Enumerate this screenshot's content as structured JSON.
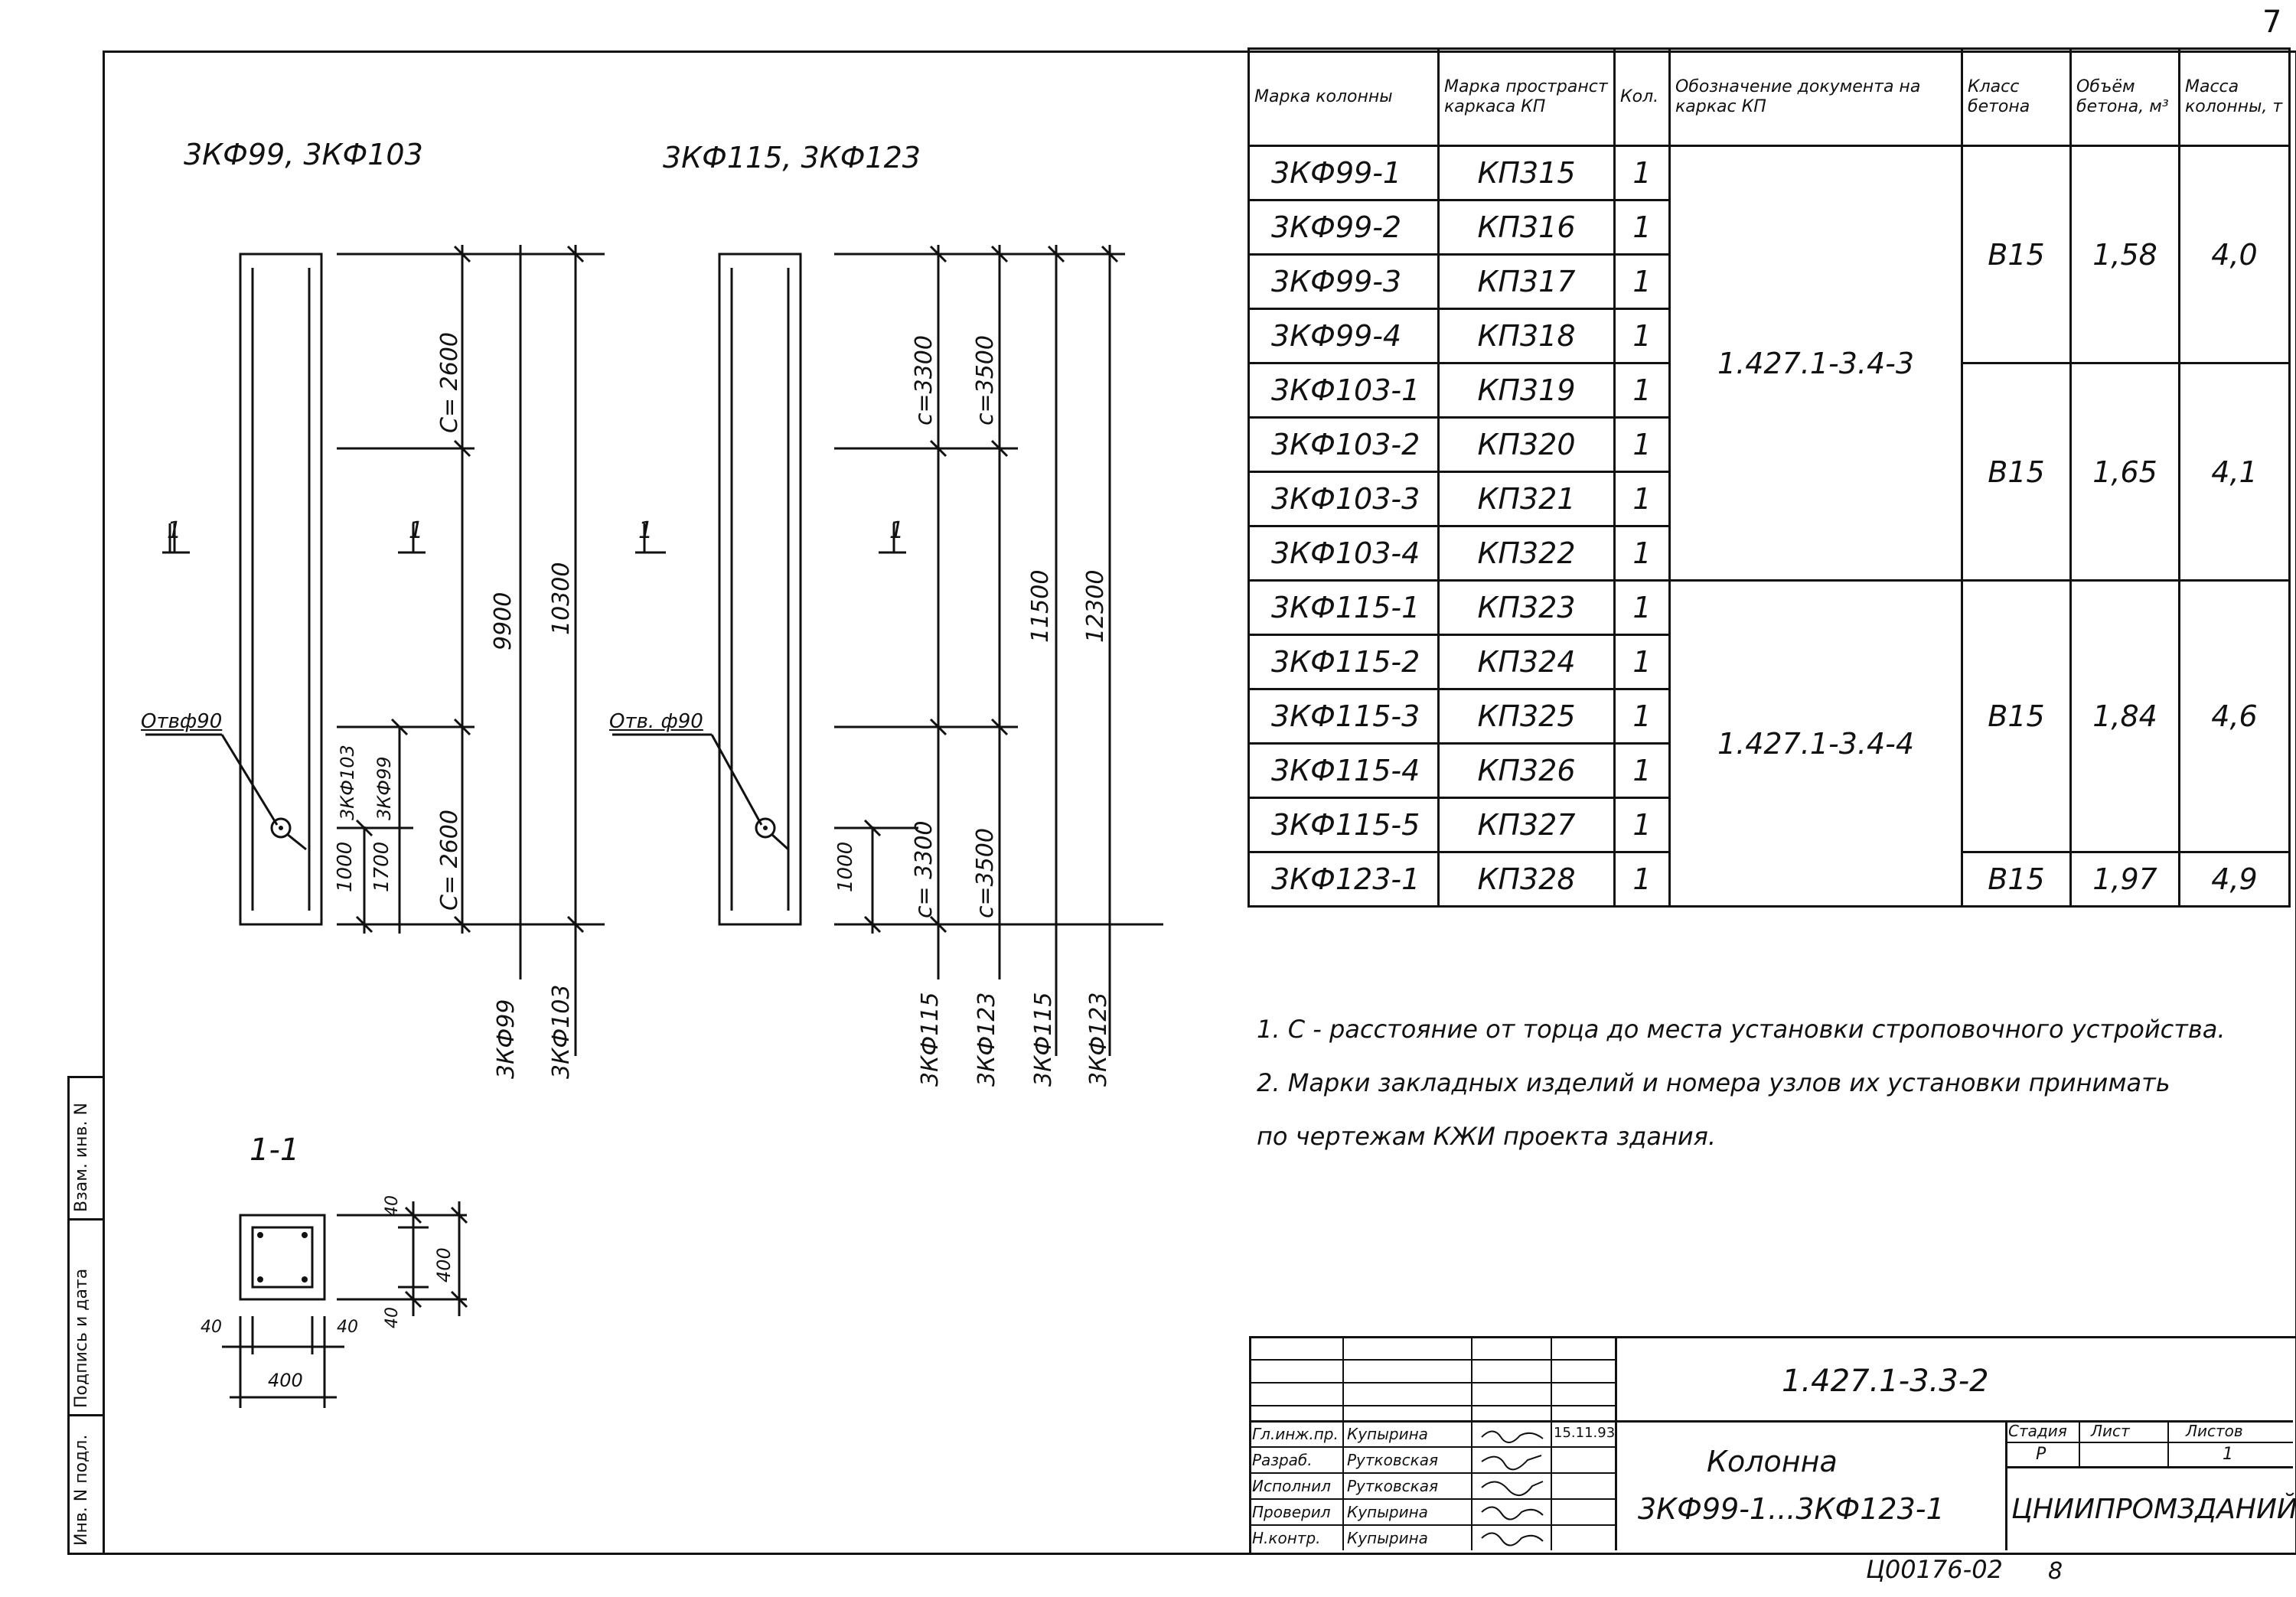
{
  "page_number": "7",
  "drawing": {
    "group1_title": "3КФ99, 3КФ103",
    "group2_title": "3КФ115, 3КФ123",
    "group1": {
      "hole_label": "Отвф90",
      "section_marker": "1",
      "dim_c_top": "С= 2600",
      "dim_c_bottom": "С= 2600",
      "dim_9900": "9900",
      "dim_10300": "10300",
      "dim_1000": "1000",
      "dim_1700": "1700",
      "tag_3kf103": "3КФ103",
      "tag_3kf99": "3КФ99",
      "bottom_3kf99": "3КФ99",
      "bottom_3kf103": "3КФ103"
    },
    "group2": {
      "hole_label": "Отв. ф90",
      "section_marker": "1",
      "dim_c3300_top": "с=3300",
      "dim_c3500_top": "с=3500",
      "dim_11500": "11500",
      "dim_12300": "12300",
      "dim_1000": "1000",
      "dim_c3300_bottom": "с= 3300",
      "dim_c3500_bottom": "с=3500",
      "bottom_3kf115": "3КФ115",
      "bottom_3kf123": "3КФ123",
      "bottom_3kf115b": "3КФ115",
      "bottom_3kf123b": "3КФ123"
    },
    "section": {
      "title": "1-1",
      "dim_40_top": "40",
      "dim_400_side": "400",
      "dim_40_side": "40",
      "dim_40_left": "40",
      "dim_40_right": "40",
      "dim_400_bottom": "400"
    }
  },
  "spec_table": {
    "headers": [
      "Марка колонны",
      "Марка пространст каркаса КП",
      "Кол.",
      "Обозначение документа на каркас КП",
      "Класс бетона",
      "Объём бетона, м³",
      "Масса колонны, т"
    ],
    "rows": [
      {
        "mark": "3КФ99-1",
        "kp": "КП315",
        "qty": "1"
      },
      {
        "mark": "3КФ99-2",
        "kp": "КП316",
        "qty": "1"
      },
      {
        "mark": "3КФ99-3",
        "kp": "КП317",
        "qty": "1"
      },
      {
        "mark": "3КФ99-4",
        "kp": "КП318",
        "qty": "1"
      },
      {
        "mark": "3КФ103-1",
        "kp": "КП319",
        "qty": "1"
      },
      {
        "mark": "3КФ103-2",
        "kp": "КП320",
        "qty": "1"
      },
      {
        "mark": "3КФ103-3",
        "kp": "КП321",
        "qty": "1"
      },
      {
        "mark": "3КФ103-4",
        "kp": "КП322",
        "qty": "1"
      },
      {
        "mark": "3КФ115-1",
        "kp": "КП323",
        "qty": "1"
      },
      {
        "mark": "3КФ115-2",
        "kp": "КП324",
        "qty": "1"
      },
      {
        "mark": "3КФ115-3",
        "kp": "КП325",
        "qty": "1"
      },
      {
        "mark": "3КФ115-4",
        "kp": "КП326",
        "qty": "1"
      },
      {
        "mark": "3КФ115-5",
        "kp": "КП327",
        "qty": "1"
      },
      {
        "mark": "3КФ123-1",
        "kp": "КП328",
        "qty": "1"
      }
    ],
    "doc_groups": [
      "1.427.1-3.4-3",
      "1.427.1-3.4-4"
    ],
    "prop_groups": [
      {
        "cls": "В15",
        "vol": "1,58",
        "mass": "4,0"
      },
      {
        "cls": "В15",
        "vol": "1,65",
        "mass": "4,1"
      },
      {
        "cls": "В15",
        "vol": "1,84",
        "mass": "4,6"
      },
      {
        "cls": "В15",
        "vol": "1,97",
        "mass": "4,9"
      }
    ]
  },
  "notes": [
    "1. С - расстояние от торца до места установки строповочного устройства.",
    "2. Марки закладных изделий и номера узлов их установки принимать",
    "по чертежам КЖИ проекта здания."
  ],
  "title_block": {
    "code": "1.427.1-3.3-2",
    "roles": [
      {
        "role": "Гл.инж.пр.",
        "name": "Купырина",
        "date": "15.11.93"
      },
      {
        "role": "Разраб.",
        "name": "Рутковская",
        "date": ""
      },
      {
        "role": "Исполнил",
        "name": "Рутковская",
        "date": ""
      },
      {
        "role": "Проверил",
        "name": "Купырина",
        "date": ""
      },
      {
        "role": "Н.контр.",
        "name": "Купырина",
        "date": ""
      }
    ],
    "title_line1": "Колонна",
    "title_line2": "3КФ99-1...3КФ123-1",
    "stage_label": "Стадия",
    "sheet_label": "Лист",
    "sheets_label": "Листов",
    "stage_value": "Р",
    "sheets_value": "1",
    "org": "ЦНИИПРОМЗДАНИЙ"
  },
  "left_strip": {
    "inv_podl": "Инв. N подл.",
    "podp_data": "Подпись и дата",
    "vzam_inv": "Взам. инв. N"
  },
  "footer_code": "Ц00176-02",
  "footer_num": "8"
}
